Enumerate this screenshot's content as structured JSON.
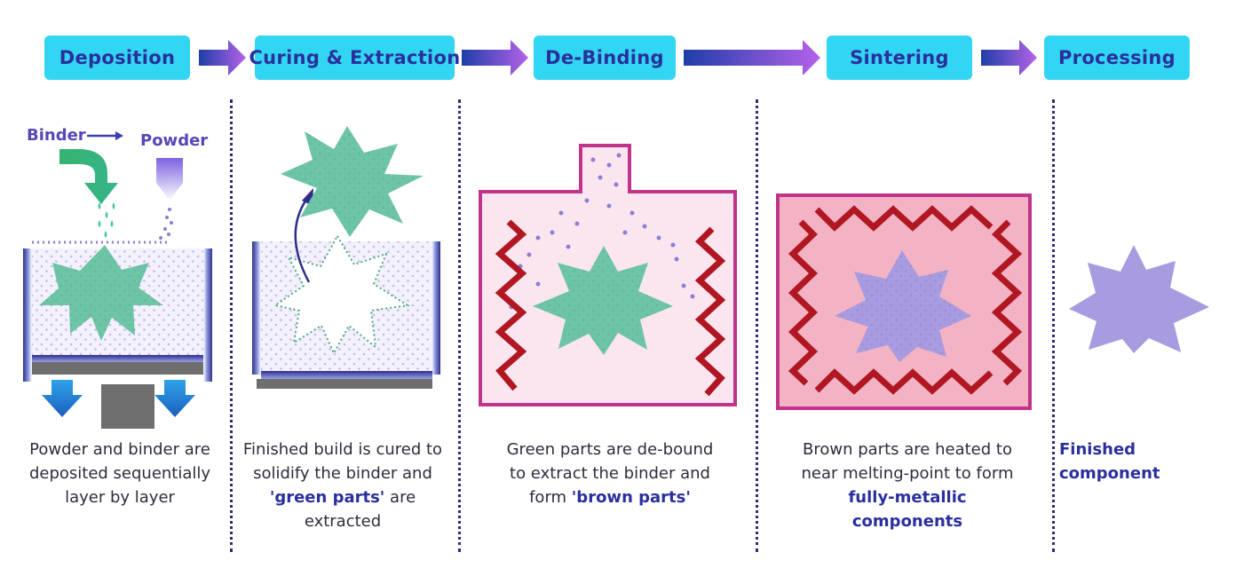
{
  "stages": [
    {
      "label": "Deposition"
    },
    {
      "label": "Curing & Extraction"
    },
    {
      "label": "De-Binding"
    },
    {
      "label": "Sintering"
    },
    {
      "label": "Processing"
    }
  ],
  "labels": {
    "binder": "Binder",
    "powder": "Powder"
  },
  "captions": [
    {
      "text": "Powder and binder are deposited sequentially layer by layer"
    },
    {
      "pre": "Finished build is cured to solidify the binder and ",
      "bold": "'green parts'",
      "post": " are extracted"
    },
    {
      "pre": "Green parts are de-bound to extract the binder and form ",
      "bold": "'brown parts'",
      "post": ""
    },
    {
      "pre": "Brown parts are heated to near melting-point to form ",
      "bold": "fully-metallic components",
      "post": ""
    },
    {
      "bold": "Finished component"
    }
  ],
  "colors": {
    "stage_bg": "#32d6f2",
    "stage_text": "#2a2f9e",
    "green_part": "#6ec4a6",
    "brown_part": "#a89be0",
    "heater": "#b01722",
    "chamber_border": "#c0348c"
  }
}
